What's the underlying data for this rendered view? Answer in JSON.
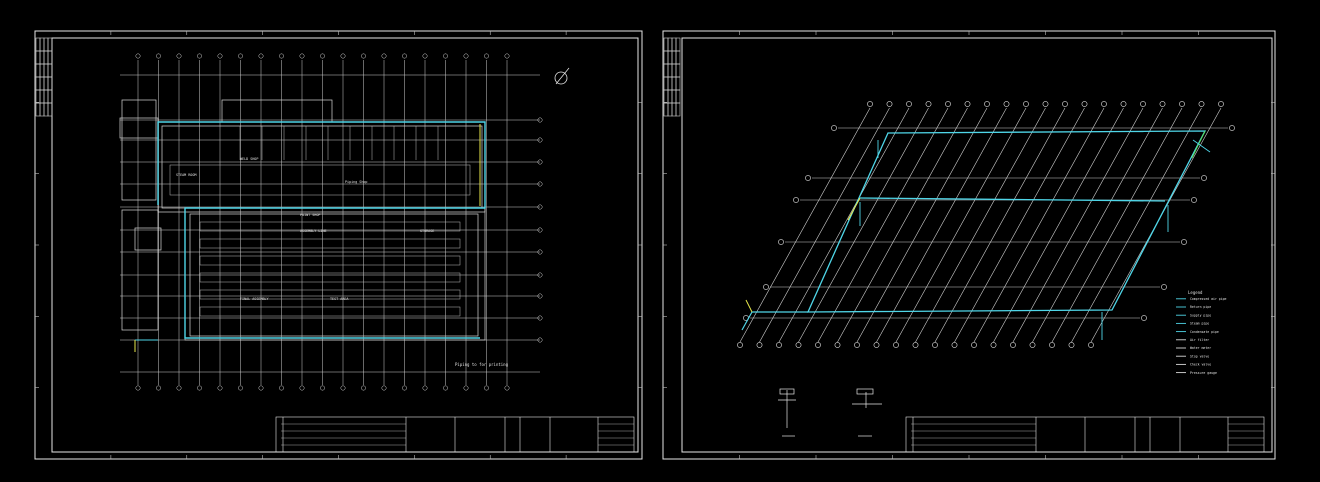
{
  "colors": {
    "background": "#000000",
    "frame": "#e6e6e6",
    "line": "#d8d8d8",
    "pipe": "#4fd6e8",
    "accent_yellow": "#e8e84a",
    "accent_green": "#55e055"
  },
  "sheet_left": {
    "name": "floor-plan",
    "room_labels": [
      "STEAM ROOM",
      "PAINT SHOP",
      "ASSEMBLY LINE",
      "STORAGE",
      "FINAL ASSEMBLY",
      "TEST AREA",
      "Piping Shop",
      "WELD SHOP"
    ],
    "notes": [
      "Piping to for printing"
    ]
  },
  "sheet_right": {
    "name": "isometric-piping",
    "legend_title": "Legend",
    "legend_items": [
      "Compressed air pipe",
      "Return pipe",
      "Supply pipe",
      "Steam pipe",
      "Condensate pipe",
      "Air filter",
      "Water meter",
      "Stop valve",
      "Check valve",
      "Pressure gauge"
    ]
  }
}
